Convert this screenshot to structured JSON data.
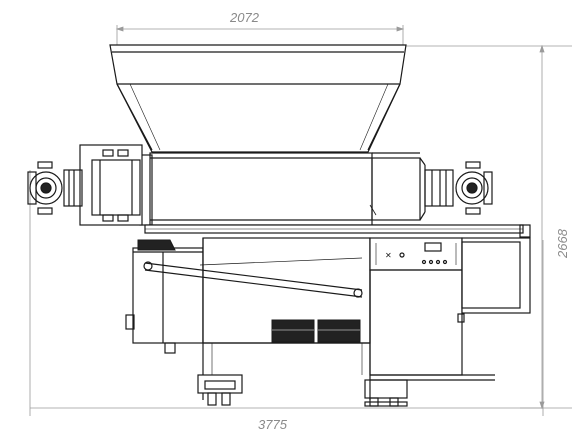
{
  "drawing": {
    "dimensions": {
      "top_width": "2072",
      "bottom_length": "3775",
      "right_height": "2668"
    },
    "colors": {
      "line": "#1a1a1a",
      "dimension": "#9a9a9a",
      "fill_dark": "#222222",
      "background": "#ffffff"
    }
  }
}
